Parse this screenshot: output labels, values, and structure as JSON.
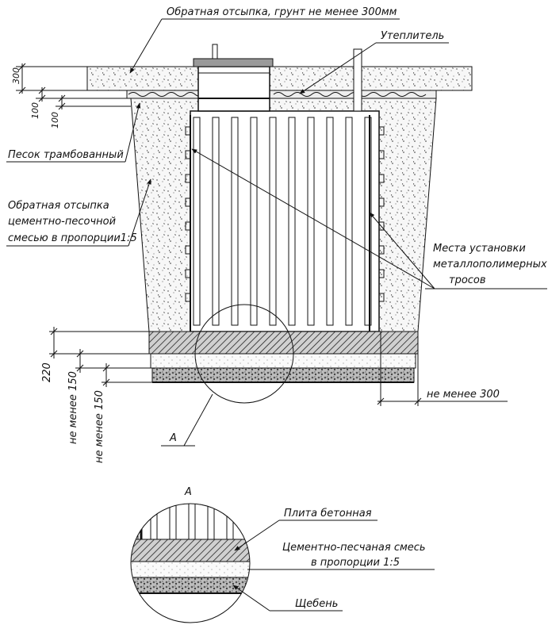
{
  "labels": {
    "backfill_top": "Обратная отсыпка, грунт не менее 300мм",
    "insulation": "Утеплитель",
    "sand": "Песок трамбованный",
    "cement_backfill_1": "Обратная отсыпка",
    "cement_backfill_2": "цементно-песочной",
    "cement_backfill_3": "смесью в пропорции1:5",
    "cables_1": "Места установки",
    "cables_2": "металлополимерных",
    "cables_3": "тросов",
    "min300": "не менее 300",
    "callout": "А",
    "detail_title": "А",
    "slab": "Плита бетонная",
    "mix_1": "Цементно-песчаная смесь",
    "mix_2": "в пропорции 1:5",
    "gravel": "Щебень"
  },
  "dimensions": {
    "d300": "300",
    "d100a": "100",
    "d100b": "100",
    "d220": "220",
    "dmin150a": "не менее 150",
    "dmin150b": "не менее 150"
  }
}
